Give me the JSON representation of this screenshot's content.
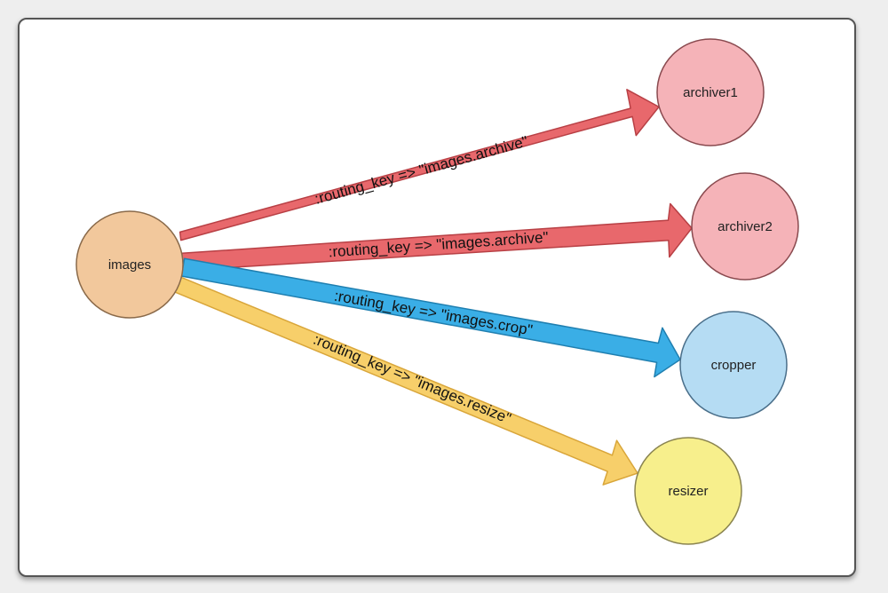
{
  "nodes": {
    "images": {
      "label": "images",
      "fill": "#f2c89c",
      "stroke": "#8a6a4a"
    },
    "archiver1": {
      "label": "archiver1",
      "fill": "#f5b3b8",
      "stroke": "#8a4a4f"
    },
    "archiver2": {
      "label": "archiver2",
      "fill": "#f5b3b8",
      "stroke": "#8a4a4f"
    },
    "cropper": {
      "label": "cropper",
      "fill": "#b5dcf3",
      "stroke": "#4a6f8a"
    },
    "resizer": {
      "label": "resizer",
      "fill": "#f7ef8c",
      "stroke": "#8a8450"
    }
  },
  "edges": [
    {
      "from": "images",
      "to": "archiver1",
      "label": ":routing_key => \"images.archive\"",
      "color": "#e8686c",
      "stroke": "#b84045"
    },
    {
      "from": "images",
      "to": "archiver2",
      "label": ":routing_key => \"images.archive\"",
      "color": "#e8686c",
      "stroke": "#b84045"
    },
    {
      "from": "images",
      "to": "cropper",
      "label": ":routing_key => \"images.crop\"",
      "color": "#3aaee6",
      "stroke": "#1f7fb0"
    },
    {
      "from": "images",
      "to": "resizer",
      "label": ":routing_key => \"images.resize\"",
      "color": "#f7cf6a",
      "stroke": "#d9a63a"
    }
  ]
}
